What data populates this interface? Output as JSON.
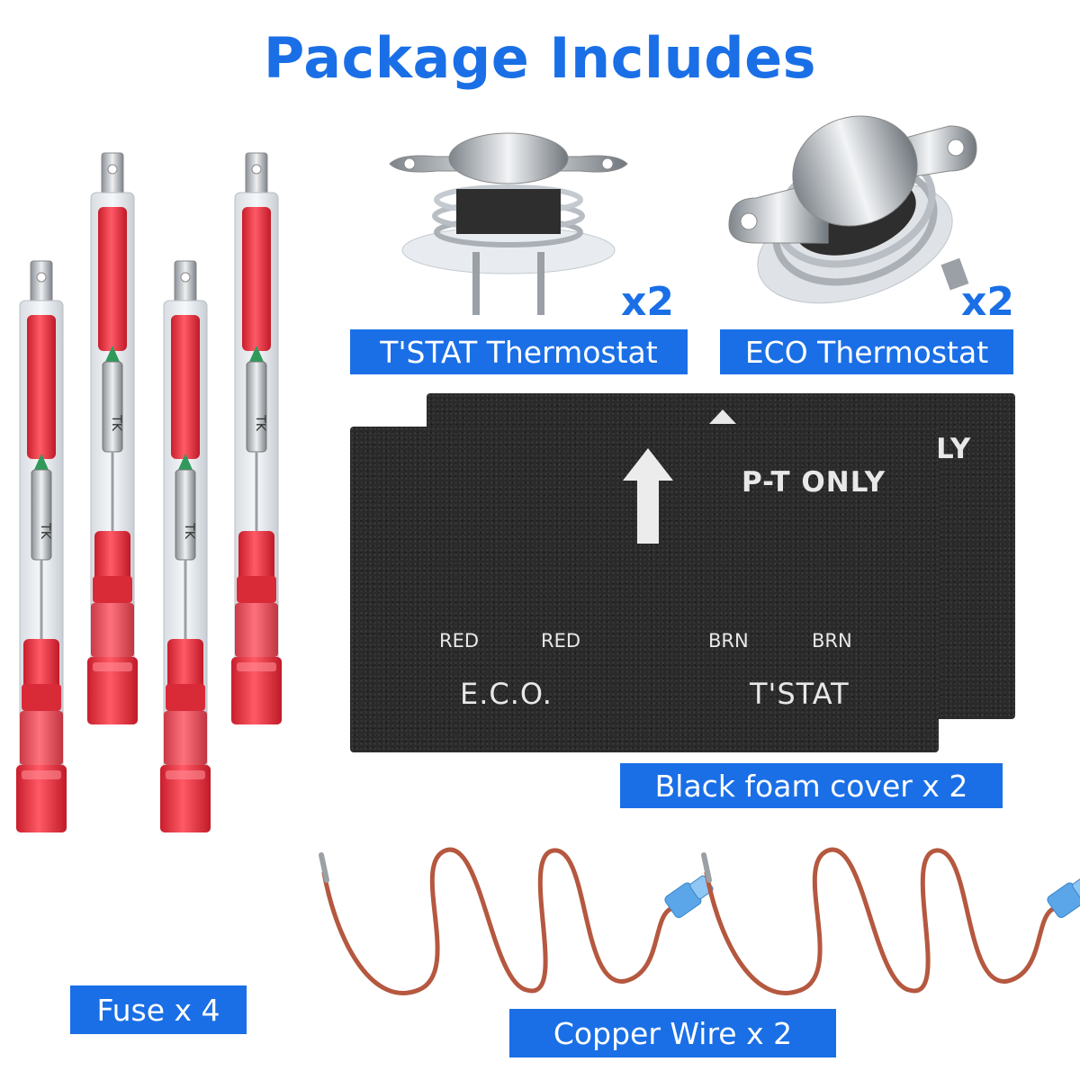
{
  "title": "Package Includes",
  "labels": {
    "tstat": "T'STAT Thermostat",
    "eco": "ECO Thermostat",
    "foam": "Black foam cover x 2",
    "fuse": "Fuse x 4",
    "wire": "Copper Wire x 2"
  },
  "quantities": {
    "tstat": "x2",
    "eco": "x2"
  },
  "foam_cover": {
    "pt_only": "P-T ONLY",
    "back_edge_text": "LY",
    "red_left": "RED",
    "red_right": "RED",
    "brn_left": "BRN",
    "brn_right": "BRN",
    "eco": "E.C.O.",
    "tstat": "T'STAT"
  },
  "colors": {
    "accent": "#1a6fe6",
    "label_text": "#ffffff",
    "foam": "#2a2a2a",
    "fuse_red": "#e52b3a",
    "wire_copper": "#b5583f",
    "terminal_blue": "#5aa6e8"
  },
  "icons": [
    "fuse-icon",
    "thermostat-icon",
    "foam-cover",
    "arrow-up-icon",
    "copper-wire-icon"
  ]
}
